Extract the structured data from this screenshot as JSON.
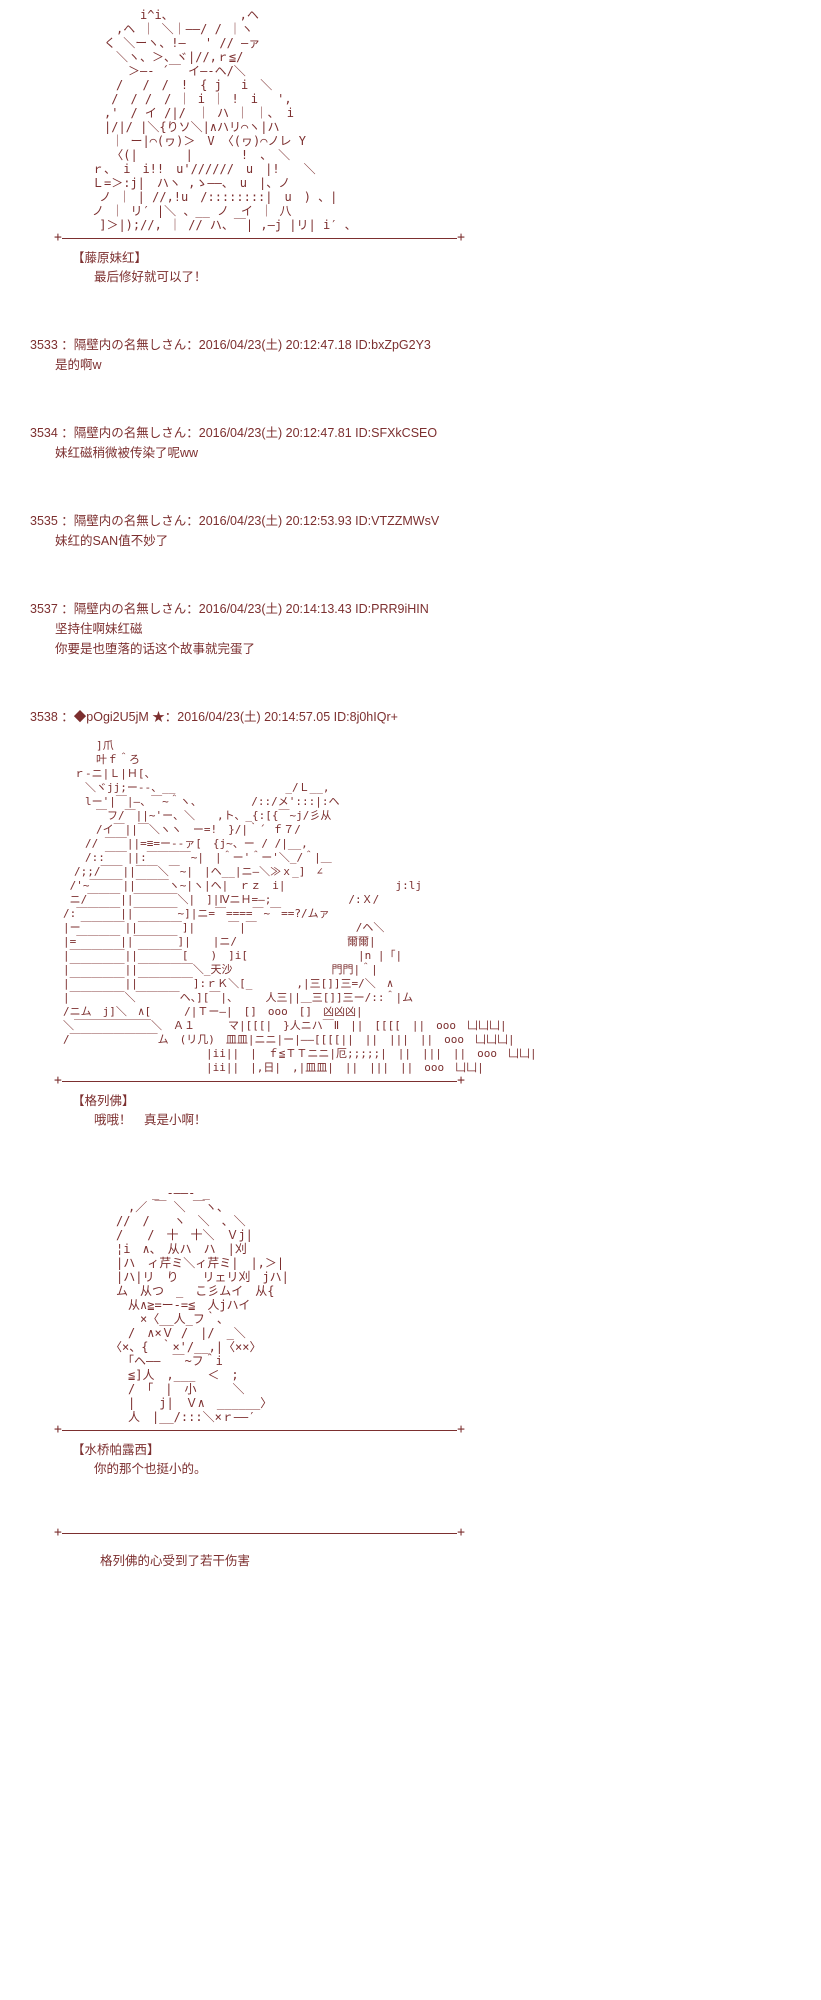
{
  "page": {
    "background": "#ffffff",
    "ink_color": "#7c2f2f"
  },
  "ui": {
    "plus": "+"
  },
  "blocks": [
    {
      "type": "aa",
      "name": "aa-mokou",
      "lines": [
        "　　　　　　i^i、　　　　　　,ヘ",
        "　　　　,ヘ ｜ ＼｜――/ / ｜ヽ",
        "　　　く ＼ーヽ、!―　 ' // ―ァ",
        "　　　　＼ヽ、＞、ヾ|//,ｒ≦/",
        "　　　　　＞―‐ ´￣ イ―‐ヘ/＼",
        "　　　　/　 /　/　!　{ j 　i　＼",
        "　　　 /　/ /　/ ｜ i ｜ !　i 　',",
        "　　　,'　/ イ /|/　｜ ハ ｜ ｜、 i",
        "　　　|/|/ |＼{りソ＼|∧ハリ⌒ヽ|ハ",
        "　　　 ｜ ー|⌒(ヮ)＞　V 〈(ヮ)⌒ノレ Y",
        "　　　 〈(|　　　　|　　　　!　、　＼",
        "　　ｒ、 i　i!!　u'//////　u　|!　　＼",
        "　　Ｌ=＞:j|　ハヽ ,ゝ――、　u　|、ノ",
        "　　 ノ ｜ | //,!u　/::::::::|　u　) 、|",
        "　　ノ ｜ リ′ |＼ 、__ ノ　イ ｜ 八",
        "　　 ]＞|);//, ｜ // ハ、￣| ,―j |リ| i′ 、"
      ]
    },
    {
      "type": "separator",
      "variant": ""
    },
    {
      "type": "speech",
      "speaker": "【藤原妹红】",
      "lines": [
        "最后修好就可以了！"
      ]
    },
    {
      "type": "post",
      "no": "3533",
      "header": "3533 ：隔壁内の名無しさん：2016/04/23(土) 20:12:47.18 ID:bxZpG2Y3",
      "lines": [
        "是的啊w"
      ]
    },
    {
      "type": "post",
      "no": "3534",
      "header": "3534 ：隔壁内の名無しさん：2016/04/23(土) 20:12:47.81 ID:SFXkCSEO",
      "lines": [
        "妹红磁稍微被传染了呢ww"
      ]
    },
    {
      "type": "post",
      "no": "3535",
      "header": "3535 ：隔壁内の名無しさん：2016/04/23(土) 20:12:53.93 ID:VTZZMWsV",
      "lines": [
        "妹红的SAN值不妙了"
      ]
    },
    {
      "type": "post",
      "no": "3537",
      "header": "3537 ：隔壁内の名無しさん：2016/04/23(土) 20:14:13.43 ID:PRR9iHIN",
      "lines": [
        "坚持住啊妹红磁",
        "你要是也堕落的话这个故事就完蛋了"
      ]
    },
    {
      "type": "post",
      "no": "3538",
      "header": "3538 ：◆pOgi2U5jM ★：2016/04/23(土) 20:14:57.05 ID:8j0hIQr+",
      "lines": []
    },
    {
      "type": "aa",
      "name": "aa-gulliver-scene",
      "lines": [
        "　　　　]爪",
        "　　　　叶ｆ＾ろ",
        "　　ｒ‐ニ|Ｌ|Ｈ[、",
        "　　　＼ヾjj;ー--、__　　　　　　　　　　_/Ｌ__,",
        "　　　lー'|￣|―、￣~＾ヽ、　　　　　/::/メ':::|:ヘ",
        "　　　　￣フ/￣||~'ー、＼　　,ト、_{:[{￣~j/彡从",
        "　　　　/イ￣||￣＼ヽヽ　ー=!　}/|｀´ ｆ７/",
        "　　　// ￣￣||=≡=ー--ァ[　{j~、ー / /|__,",
        "　　　/::￣￣||:￣￣￣￣~|　|＾ー'＾ー'＼_/＾|＿",
        "　　/;;/￣￣||￣￣＼￣~|　|ヘ__|ニ―＼≫ｘ_]　∠",
        "　 /'~￣￣￣||￣￣￣ヽ~|ヽ|ヘ|　ｒｚ　i|　　　　　　　　　　j:lj",
        "　 ニ/￣￣￣||￣￣￣￣＼|　]|ⅣニＨ=―;　　　　　　　/:Ｘ/",
        "　/:￣￣￣￣||￣￣￣￣~]|ニ=￣====￣~￣==?/ムァ",
        "　|ー￣￣￣￣||￣￣￣￣]|　　　￣|￣　　　　　　　　　/ヘ＼",
        "　|=￣￣￣￣||￣￣￣￣]|　　|ニ/　　　　　　　　　　爾爾|",
        "　|￣￣￣￣￣||￣￣￣￣[　　)　]i[　　　　　　　　　　|n |「|",
        "　|￣￣￣￣￣||￣￣￣￣￣＼_天沙　　　　　　　　　門門|＾|",
        "　|￣￣￣￣￣||￣￣￣￣￣]:ｒＫ＼[_　　　　,|三[]]三=/＼　∧",
        "　|￣￣￣￣￣＼￣￣￣￣ヘ、][￣|、　　　人三||＿三[]]三ー/::＾|ム",
        "　/ニム　j]＼　∧[　　　/|Ｔー―|　[]　ooo　[]　凶凶凶|",
        "　＼￣￣￣￣￣￣￣＼　Ａ１　　　マ|[[[|　}人ニハ￣Ⅱ　||　[[[[　||　ooo　凵凵凵|",
        "　/￣￣￣￣￣￣￣￣ム　(リ几)　皿皿|ニニ|ー|――[[[[||　||　|||　||　ooo　凵凵凵|",
        "　　　　　　　　　　　　　　|ii||　|　ｆ≦ＴＴニニ|厄;;;;;|　||　|||　||　ooo　凵凵|",
        "　　　　　　　　　　　　　　|ii||　|,日|　,|皿皿|　||　|||　||　ooo　凵凵|"
      ]
    },
    {
      "type": "separator",
      "variant": ""
    },
    {
      "type": "speech",
      "speaker": "【格列佛】",
      "lines": [
        "哦哦！　真是小啊！"
      ]
    },
    {
      "type": "aa",
      "name": "aa-parsee",
      "lines": [
        "　　　　　_ -――- _",
        "　　　,／ ￣ ＼ ￣ヽ、",
        "　　//　/　　ヽ　＼　、＼",
        "　　/　　/　十　十＼　Ｖj|",
        "　　¦i　∧、　从ハ　ハ　|刈",
        "　　|ハ　ィ芹ミ＼ィ芹ミ|　|,＞|",
        "　　|ハ|リ　り　　リェリ刈　jハ|",
        "　　ム　从つ　_　こ彡ムイ　从{",
        "　　　从∧≧=ー-=≦　人jハイ",
        "　　　　×〈__人_フ｀、",
        "　　　/　∧×Ｖ /　|/　_＼",
        "　　〈×、{　｀×'/__,|〈××〉",
        "　　　「ヘ――　￣~フ＾i",
        "　　　≦]人　,___　＜　;",
        "　　　/　「　|　小　　　＼",
        "　　　|　　j|　Ｖ∧　______〉",
        "　　　人　|__/:::＼×ｒ――′"
      ]
    },
    {
      "type": "separator",
      "variant": ""
    },
    {
      "type": "speech",
      "speaker": "【水桥帕露西】",
      "lines": [
        "你的那个也挺小的。"
      ]
    },
    {
      "type": "separator",
      "variant": "gap"
    },
    {
      "type": "narration",
      "lines": [
        "格列佛的心受到了若干伤害"
      ]
    }
  ]
}
